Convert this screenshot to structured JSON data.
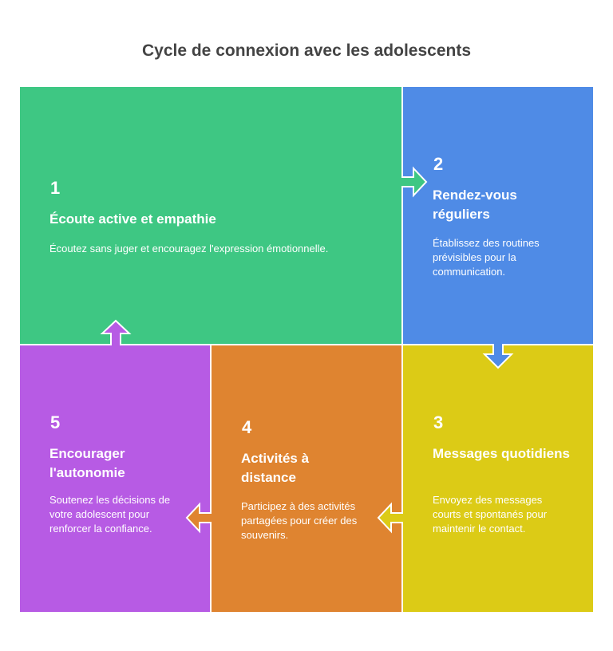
{
  "title": "Cycle de connexion avec les adolescents",
  "steps": [
    {
      "number": "1",
      "heading": "Écoute active et empathie",
      "description": "Écoutez sans juger et encouragez l'expression émotionnelle.",
      "color": "#3ec783"
    },
    {
      "number": "2",
      "heading": "Rendez-vous réguliers",
      "description": "Établissez des routines prévisibles pour la communication.",
      "color": "#4f8be6"
    },
    {
      "number": "3",
      "heading": "Messages quotidiens",
      "description": "Envoyez des messages courts et spontanés pour maintenir le contact.",
      "color": "#dccb16"
    },
    {
      "number": "4",
      "heading": "Activités à distance",
      "description": "Participez à des activités partagées pour créer des souvenirs.",
      "color": "#df8430"
    },
    {
      "number": "5",
      "heading": "Encourager l'autonomie",
      "description": "Soutenez les décisions de votre adolescent pour renforcer la confiance.",
      "color": "#b75be4"
    }
  ]
}
